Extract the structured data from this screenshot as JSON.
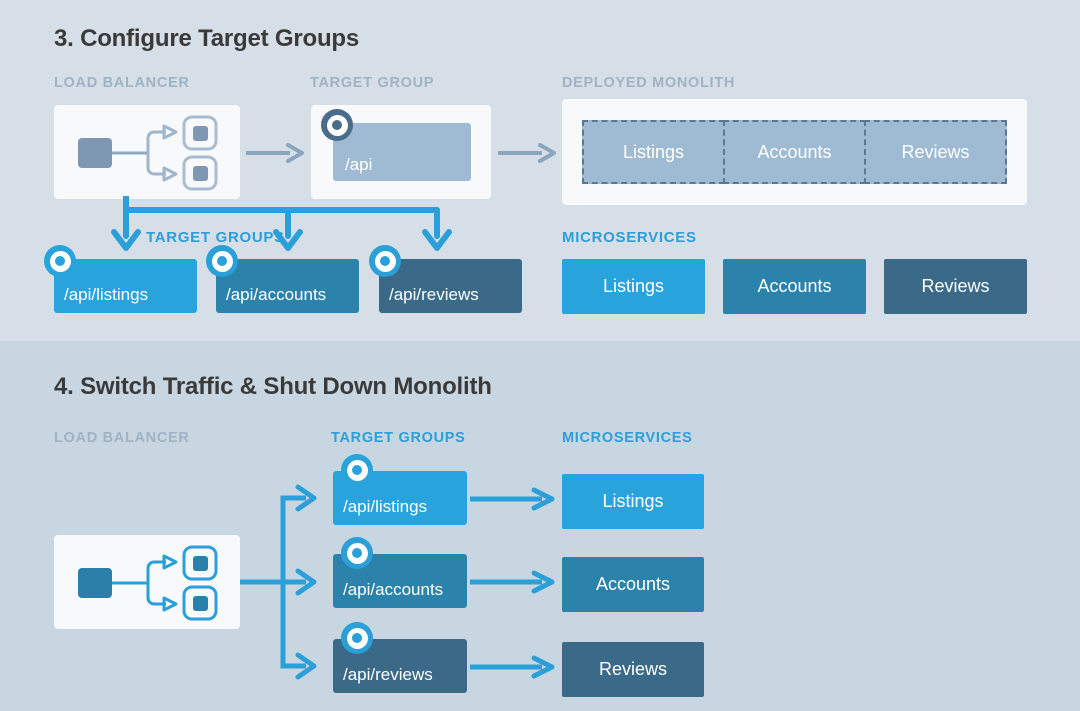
{
  "palette": {
    "bg_section3": "#d6dfe7",
    "bg_section4": "#c8d6e2",
    "panel": "#f7f9fa",
    "accent_blue": "#2b9fd8",
    "muted_blue_gray": "#8ba5bd",
    "label_gray": "#9fb3c4",
    "title_dark": "#3a3a3a",
    "tier_light": "#29a3dc",
    "tier_mid": "#2b82ab",
    "tier_dark": "#3a6a88",
    "monolith_fill": "#9fbbd4",
    "monolith_dash": "#5a7894"
  },
  "section3": {
    "title": "3. Configure Target Groups",
    "labels": {
      "load_balancer": "LOAD BALANCER",
      "target_group": "TARGET GROUP",
      "deployed_monolith": "DEPLOYED MONOLITH",
      "target_groups": "TARGET GROUPS",
      "microservices": "MICROSERVICES"
    },
    "target_group": {
      "path": "/api"
    },
    "monolith_segments": [
      {
        "label": "Listings"
      },
      {
        "label": "Accounts"
      },
      {
        "label": "Reviews"
      }
    ],
    "target_groups": [
      {
        "path": "/api/listings",
        "color": "#29a3dc"
      },
      {
        "path": "/api/accounts",
        "color": "#2b82ab"
      },
      {
        "path": "/api/reviews",
        "color": "#3a6a88"
      }
    ],
    "microservices": [
      {
        "label": "Listings",
        "color": "#29a3dc"
      },
      {
        "label": "Accounts",
        "color": "#2b82ab"
      },
      {
        "label": "Reviews",
        "color": "#3a6a88"
      }
    ]
  },
  "section4": {
    "title": "4. Switch Traffic & Shut Down Monolith",
    "labels": {
      "load_balancer": "LOAD BALANCER",
      "target_groups": "TARGET GROUPS",
      "microservices": "MICROSERVICES"
    },
    "target_groups": [
      {
        "path": "/api/listings",
        "color": "#29a3dc"
      },
      {
        "path": "/api/accounts",
        "color": "#2b82ab"
      },
      {
        "path": "/api/reviews",
        "color": "#3a6a88"
      }
    ],
    "microservices": [
      {
        "label": "Listings",
        "color": "#29a3dc"
      },
      {
        "label": "Accounts",
        "color": "#2b82ab"
      },
      {
        "label": "Reviews",
        "color": "#3a6a88"
      }
    ]
  },
  "icons": {
    "load_balancer": "load-balancer-icon",
    "target": "bullseye-target-icon",
    "arrow": "arrow-right-icon"
  }
}
